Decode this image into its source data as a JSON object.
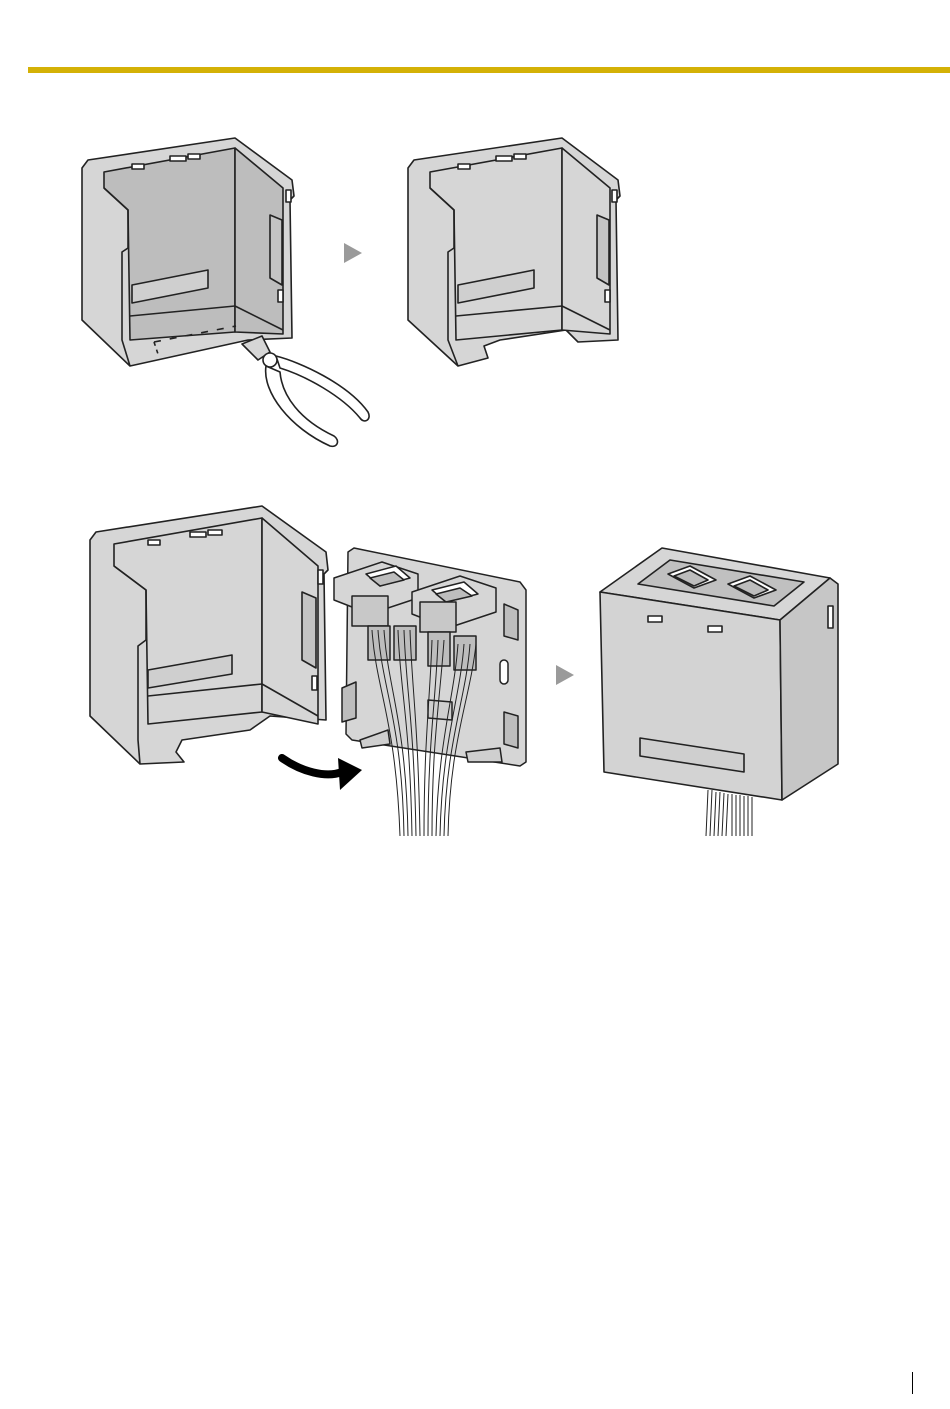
{
  "colors": {
    "accent_rule": "#d4b106",
    "panel_fill": "#d6d6d6",
    "panel_dark": "#bdbdbd",
    "outline": "#222222",
    "step_arrow": "#9a9a9a",
    "motion_arrow": "#000000"
  },
  "figures": {
    "step1": [
      "cover-before-cut-illustration",
      "step-arrow-icon",
      "cover-after-cut-illustration"
    ],
    "step2": [
      "cover-cut-illustration",
      "motion-arrow-icon",
      "base-with-modular-jacks-illustration",
      "step-arrow-icon",
      "assembled-unit-illustration"
    ]
  },
  "icons": [
    "nippers-icon",
    "step-arrow-icon",
    "motion-arrow-icon",
    "modular-jack-icon",
    "wire-bundle-icon"
  ]
}
